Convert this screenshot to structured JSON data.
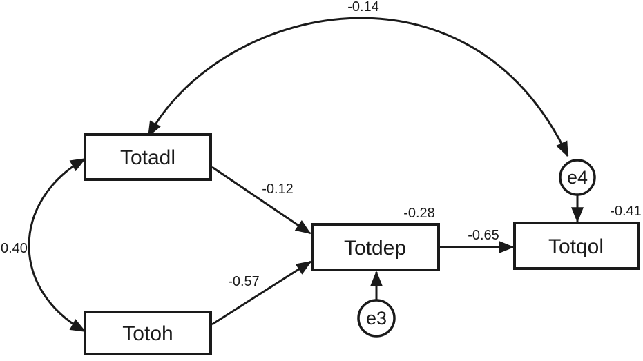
{
  "diagram": {
    "background_color": "#ffffff",
    "line_color": "#1a1a1a",
    "nodes": {
      "totadl": {
        "label": "Totadl",
        "shape": "rectangle"
      },
      "totoh": {
        "label": "Totoh",
        "shape": "rectangle"
      },
      "totdep": {
        "label": "Totdep",
        "shape": "rectangle",
        "value": "-0.28"
      },
      "totqol": {
        "label": "Totqol",
        "shape": "rectangle",
        "value": "-0.41"
      },
      "e3": {
        "label": "e3",
        "shape": "circle"
      },
      "e4": {
        "label": "e4",
        "shape": "circle"
      }
    },
    "edges": {
      "totadl_e4": {
        "type": "covariance-double-arrow",
        "coefficient": "-0.14"
      },
      "totadl_totoh": {
        "type": "covariance-double-arrow",
        "coefficient": "0.40"
      },
      "totadl_totdep": {
        "type": "path-arrow",
        "coefficient": "-0.12"
      },
      "totoh_totdep": {
        "type": "path-arrow",
        "coefficient": "-0.57"
      },
      "totdep_totqol": {
        "type": "path-arrow",
        "coefficient": "-0.65"
      },
      "e3_totdep": {
        "type": "error-arrow"
      },
      "e4_totqol": {
        "type": "error-arrow"
      }
    }
  }
}
